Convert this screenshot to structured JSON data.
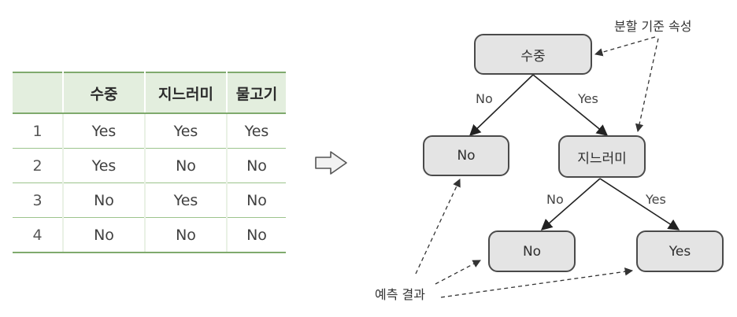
{
  "table": {
    "headers": [
      "",
      "수중",
      "지느러미",
      "물고기"
    ],
    "rows": [
      [
        "1",
        "Yes",
        "Yes",
        "Yes"
      ],
      [
        "2",
        "Yes",
        "No",
        "No"
      ],
      [
        "3",
        "No",
        "Yes",
        "No"
      ],
      [
        "4",
        "No",
        "No",
        "No"
      ]
    ]
  },
  "tree": {
    "root": {
      "label": "수중"
    },
    "left_leaf": {
      "label": "No"
    },
    "inner": {
      "label": "지느러미"
    },
    "leaf_no": {
      "label": "No"
    },
    "leaf_yes": {
      "label": "Yes"
    },
    "edges": {
      "root_no": "No",
      "root_yes": "Yes",
      "inner_no": "No",
      "inner_yes": "Yes"
    }
  },
  "annotations": {
    "split_attribute": "분할 기준 속성",
    "prediction_result": "예측 결과"
  },
  "colors": {
    "table_header_bg": "#e3eede",
    "table_rule": "#7faa6d",
    "node_fill": "#e4e4e4",
    "node_border": "#4a4a4a"
  }
}
